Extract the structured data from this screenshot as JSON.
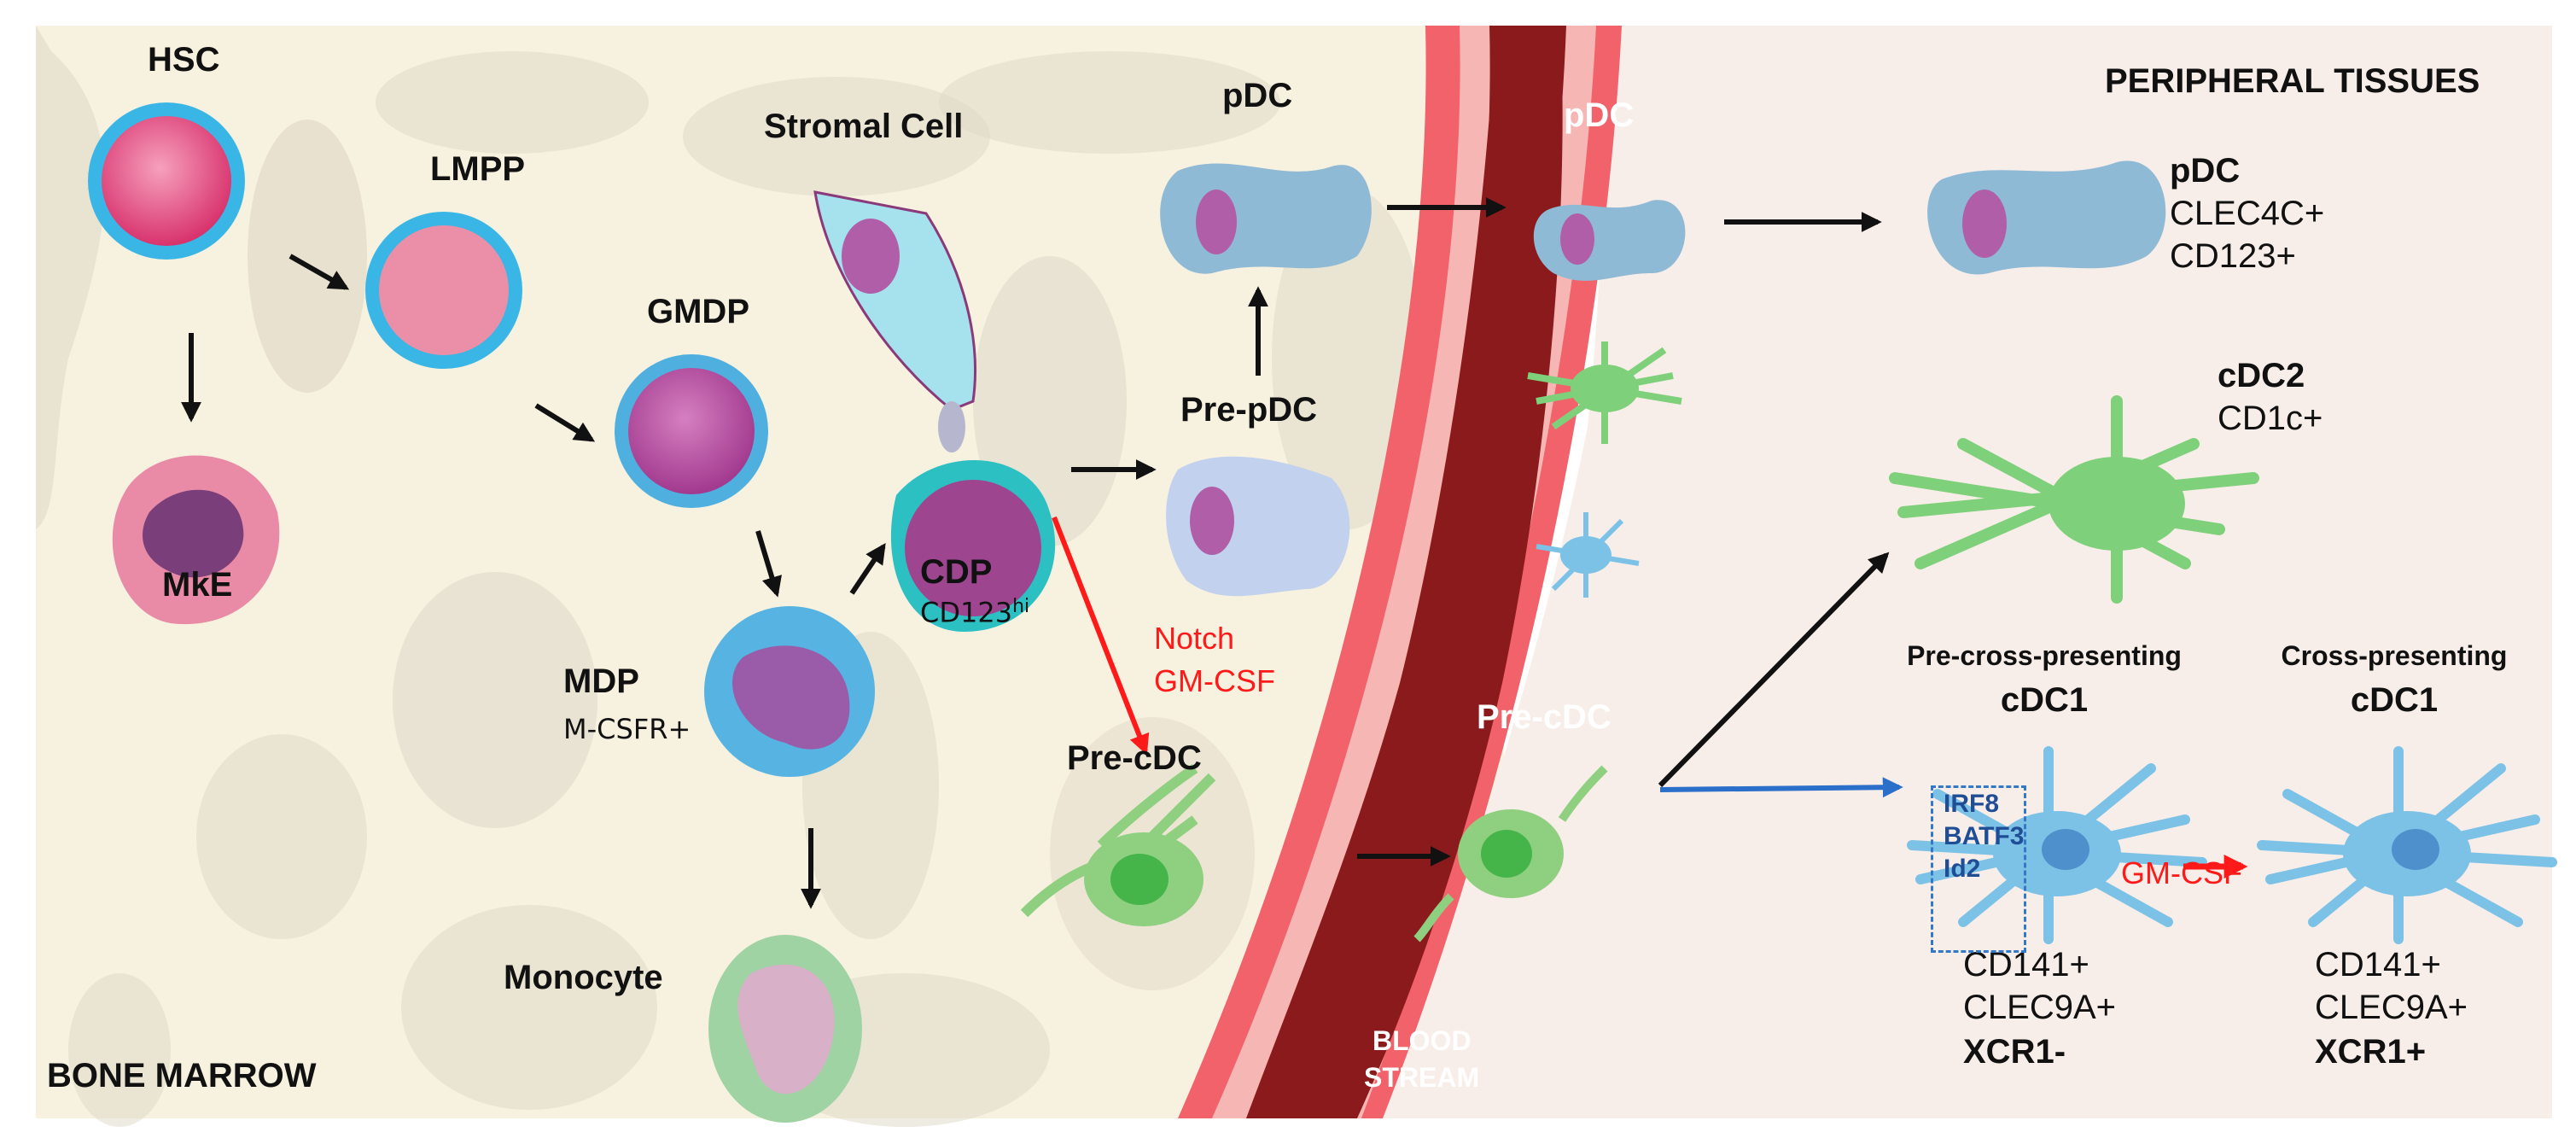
{
  "regions": {
    "bone_marrow": "BONE MARROW",
    "blood_stream_line1": "BLOOD",
    "blood_stream_line2": "STREAM",
    "peripheral_tissues": "PERIPHERAL TISSUES"
  },
  "bone_marrow_cells": {
    "hsc": "HSC",
    "lmpp": "LMPP",
    "gmdp": "GMDP",
    "mke": "MkE",
    "mdp": "MDP",
    "mdp_marker": "M-CSFR+",
    "monocyte": "Monocyte",
    "stromal_cell": "Stromal Cell",
    "cdp": "CDP",
    "cdp_marker_base": "CD123",
    "cdp_marker_sup": "hi",
    "pre_pdc": "Pre-pDC",
    "pdc": "pDC",
    "pre_cdc": "Pre-cDC"
  },
  "signals": {
    "notch": "Notch",
    "gm_csf_bm": "GM-CSF",
    "gm_csf_tissue": "GM-CSF"
  },
  "blood_cells": {
    "pdc": "pDC",
    "pre_cdc": "Pre-cDC"
  },
  "transcription_factors": [
    "IRF8",
    "BATF3",
    "Id2"
  ],
  "peripheral_cells": {
    "pdc": {
      "name": "pDC",
      "markers": [
        "CLEC4C+",
        "CD123+"
      ]
    },
    "cdc2": {
      "name": "cDC2",
      "markers": [
        "CD1c+"
      ]
    },
    "pre_cross_cdc1": {
      "title": "Pre-cross-presenting",
      "name": "cDC1",
      "markers": [
        "CD141+",
        "CLEC9A+"
      ],
      "bold_marker": "XCR1-"
    },
    "cross_cdc1": {
      "title": "Cross-presenting",
      "name": "cDC1",
      "markers": [
        "CD141+",
        "CLEC9A+"
      ],
      "bold_marker": "XCR1+"
    }
  },
  "colors": {
    "bone_bg": "#f7f1df",
    "bone_shadow": "#ddd7c7",
    "vessel_wall": "#f2626b",
    "vessel_inner": "#f6b7b4",
    "lumen": "#8b1a1c",
    "tissue_bg": "#f8eee9",
    "pdc_blue": "#8fbad6",
    "cdc_green": "#7fd07a",
    "cdc1_blue": "#7cc2e6",
    "signal_red": "#ff1a1a",
    "tf_blue": "#1f4e96",
    "arrow_blue": "#2a6fc9"
  }
}
